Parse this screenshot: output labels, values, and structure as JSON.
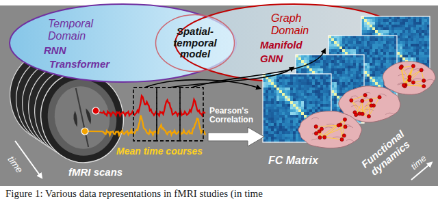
{
  "diagram": {
    "caption": "Figure 1: Various data representations in fMRI studies (in time",
    "nodes": [
      {
        "text": [
          "Temporal Domain",
          "RNN",
          "Transformer"
        ]
      },
      {
        "text": [
          "Spatial-temporal model"
        ]
      },
      {
        "text": [
          "Graph Domain",
          "Manifold",
          "GNN"
        ]
      }
    ],
    "labels": [
      "fMRI scans",
      "time",
      "Mean time courses",
      "Pearson's Correlation",
      "FC Matrix",
      "Functional dynamics",
      "time"
    ]
  }
}
